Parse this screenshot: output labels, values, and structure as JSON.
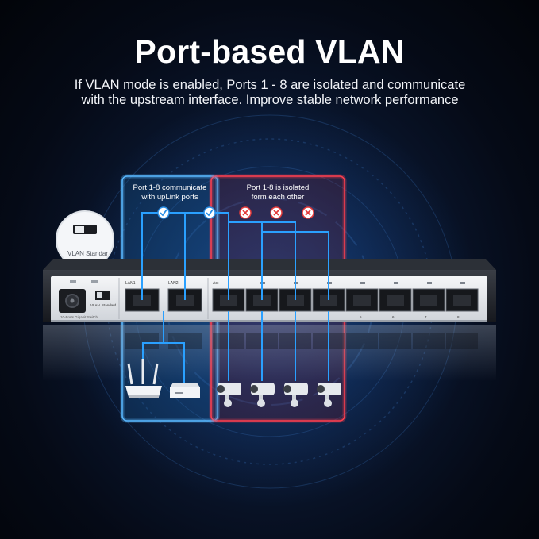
{
  "header": {
    "title": "Port-based VLAN",
    "subtitle_line1": "If VLAN mode is enabled, Ports 1 - 8 are isolated and communicate",
    "subtitle_line2": "with the upstream interface. Improve stable network performance"
  },
  "switch_inset": {
    "left_label": "VLAN",
    "right_label": "Standar"
  },
  "groups": {
    "uplink": {
      "line1": "Port 1-8 communicate",
      "line2": "with upLink ports",
      "color": "#4fb3ff"
    },
    "isolated": {
      "line1": "Port 1-8 is isolated",
      "line2": "form each other",
      "color": "#ff3b4a"
    }
  },
  "switch_panel": {
    "lan1": "LAN1",
    "lan2": "LAN2",
    "port_first": "Act",
    "model": "10-Ports Gigabit Switch",
    "switch_labels": [
      "VLAN",
      "Standard"
    ],
    "port_numbers": [
      "5",
      "6",
      "7",
      "8"
    ]
  },
  "colors": {
    "accent": "#1e9bff",
    "ok": "#2a8fe6",
    "deny": "#e23a3a"
  }
}
